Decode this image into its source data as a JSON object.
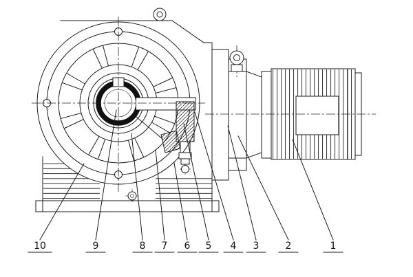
{
  "colors": {
    "line": "#1a1a1a",
    "background": "#ffffff"
  },
  "callouts": [
    {
      "label": "10"
    },
    {
      "label": "9"
    },
    {
      "label": "8"
    },
    {
      "label": "7"
    },
    {
      "label": "6"
    },
    {
      "label": "5"
    },
    {
      "label": "4"
    },
    {
      "label": "3"
    },
    {
      "label": "2"
    },
    {
      "label": "1"
    }
  ]
}
